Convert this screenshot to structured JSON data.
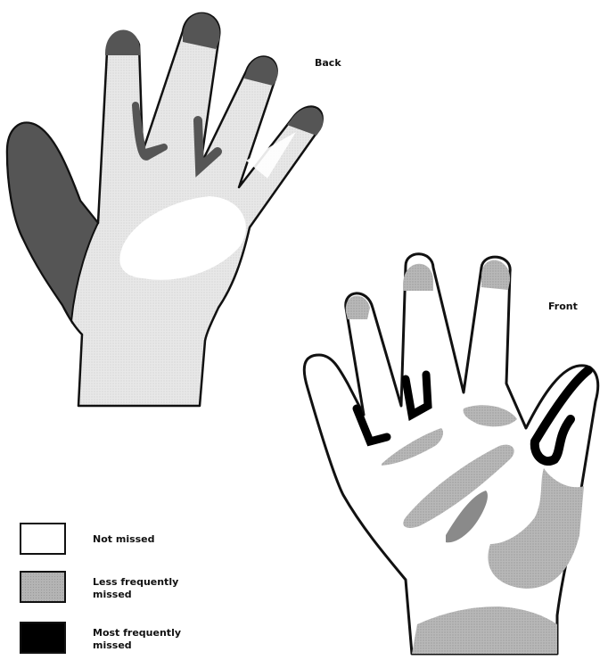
{
  "hands": {
    "back": {
      "label": "Back"
    },
    "front": {
      "label": "Front"
    }
  },
  "legend": [
    {
      "label": "Not missed",
      "color": "#ffffff"
    },
    {
      "label": "Less frequently\nmissed",
      "color": "#b4b4b4"
    },
    {
      "label": "Most frequently\nmissed",
      "color": "#000000"
    }
  ],
  "colors": {
    "outline": "#111111",
    "back_hand_fill": "#e6e6e6",
    "back_hand_missed": "#555555",
    "front_less_missed": "#b4b4b4",
    "front_most_missed": "#000000"
  }
}
